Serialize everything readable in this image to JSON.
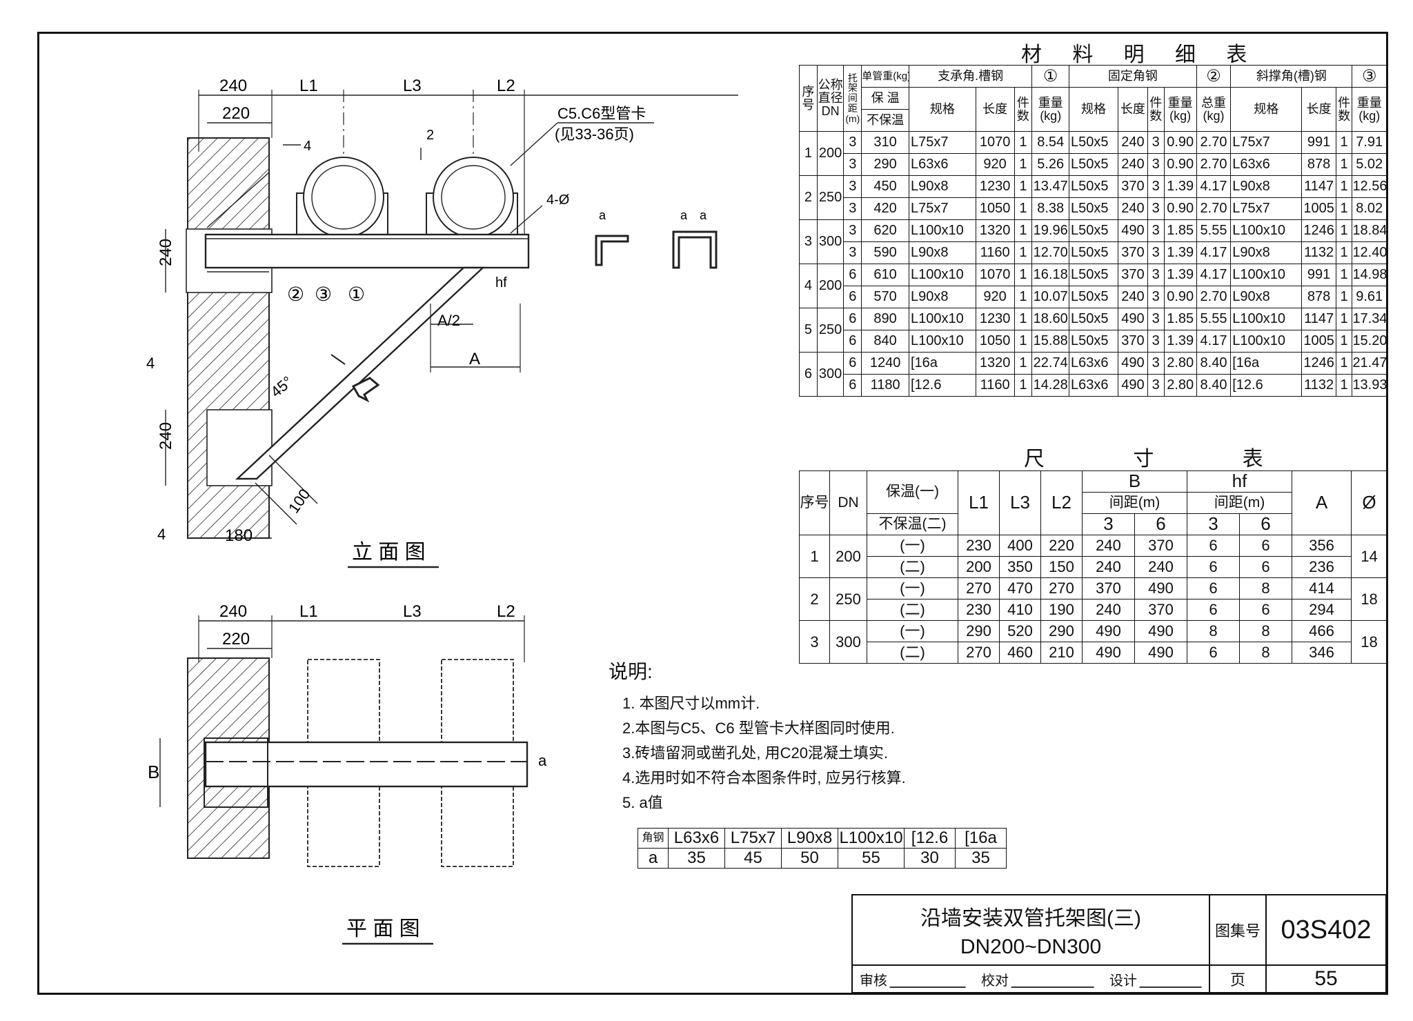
{
  "material_table": {
    "title": "材 料 明 细 表",
    "headers": {
      "seq": "序号",
      "dn": "公称直径DN",
      "span": "托架间距(m)",
      "unit_weight": "单管重(kg)",
      "insulated": "保 温",
      "uninsulated": "不保温",
      "group1": "支承角.槽钢",
      "group1_no": "①",
      "group2": "固定角钢",
      "group2_no": "②",
      "group3": "斜撑角(槽)钢",
      "group3_no": "③",
      "spec": "规格",
      "length": "长度",
      "count": "件数",
      "weight": "重量(kg)",
      "total_weight": "总重(kg)"
    },
    "rows": [
      [
        "1",
        "200",
        "3",
        "310",
        "L75x7",
        "1070",
        "1",
        "8.54",
        "L50x5",
        "240",
        "3",
        "0.90",
        "2.70",
        "L75x7",
        "991",
        "1",
        "7.91"
      ],
      [
        "",
        "",
        "3",
        "290",
        "L63x6",
        "920",
        "1",
        "5.26",
        "L50x5",
        "240",
        "3",
        "0.90",
        "2.70",
        "L63x6",
        "878",
        "1",
        "5.02"
      ],
      [
        "2",
        "250",
        "3",
        "450",
        "L90x8",
        "1230",
        "1",
        "13.47",
        "L50x5",
        "370",
        "3",
        "1.39",
        "4.17",
        "L90x8",
        "1147",
        "1",
        "12.56"
      ],
      [
        "",
        "",
        "3",
        "420",
        "L75x7",
        "1050",
        "1",
        "8.38",
        "L50x5",
        "240",
        "3",
        "0.90",
        "2.70",
        "L75x7",
        "1005",
        "1",
        "8.02"
      ],
      [
        "3",
        "300",
        "3",
        "620",
        "L100x10",
        "1320",
        "1",
        "19.96",
        "L50x5",
        "490",
        "3",
        "1.85",
        "5.55",
        "L100x10",
        "1246",
        "1",
        "18.84"
      ],
      [
        "",
        "",
        "3",
        "590",
        "L90x8",
        "1160",
        "1",
        "12.70",
        "L50x5",
        "370",
        "3",
        "1.39",
        "4.17",
        "L90x8",
        "1132",
        "1",
        "12.40"
      ],
      [
        "4",
        "200",
        "6",
        "610",
        "L100x10",
        "1070",
        "1",
        "16.18",
        "L50x5",
        "370",
        "3",
        "1.39",
        "4.17",
        "L100x10",
        "991",
        "1",
        "14.98"
      ],
      [
        "",
        "",
        "6",
        "570",
        "L90x8",
        "920",
        "1",
        "10.07",
        "L50x5",
        "240",
        "3",
        "0.90",
        "2.70",
        "L90x8",
        "878",
        "1",
        "9.61"
      ],
      [
        "5",
        "250",
        "6",
        "890",
        "L100x10",
        "1230",
        "1",
        "18.60",
        "L50x5",
        "490",
        "3",
        "1.85",
        "5.55",
        "L100x10",
        "1147",
        "1",
        "17.34"
      ],
      [
        "",
        "",
        "6",
        "840",
        "L100x10",
        "1050",
        "1",
        "15.88",
        "L50x5",
        "370",
        "3",
        "1.39",
        "4.17",
        "L100x10",
        "1005",
        "1",
        "15.20"
      ],
      [
        "6",
        "300",
        "6",
        "1240",
        "[16a",
        "1320",
        "1",
        "22.74",
        "L63x6",
        "490",
        "3",
        "2.80",
        "8.40",
        "[16a",
        "1246",
        "1",
        "21.47"
      ],
      [
        "",
        "",
        "6",
        "1180",
        "[12.6",
        "1160",
        "1",
        "14.28",
        "L63x6",
        "490",
        "3",
        "2.80",
        "8.40",
        "[12.6",
        "1132",
        "1",
        "13.93"
      ]
    ]
  },
  "dimension_table": {
    "title": "尺 寸 表",
    "headers": {
      "seq": "序号",
      "dn": "DN",
      "ins1": "保温(一)",
      "ins2": "不保温(二)",
      "l1": "L1",
      "l3": "L3",
      "l2": "L2",
      "b": "B",
      "hf": "hf",
      "spacing": "间距(m)",
      "s3": "3",
      "s6": "6",
      "a": "A",
      "phi": "Ø"
    },
    "rows": [
      {
        "seq": "1",
        "dn": "200",
        "phi": "14",
        "sub": [
          [
            "(一)",
            "230",
            "400",
            "220",
            "240",
            "370",
            "6",
            "6",
            "356"
          ],
          [
            "(二)",
            "200",
            "350",
            "150",
            "240",
            "240",
            "6",
            "6",
            "236"
          ]
        ]
      },
      {
        "seq": "2",
        "dn": "250",
        "phi": "18",
        "sub": [
          [
            "(一)",
            "270",
            "470",
            "270",
            "370",
            "490",
            "6",
            "8",
            "414"
          ],
          [
            "(二)",
            "230",
            "410",
            "190",
            "240",
            "370",
            "6",
            "6",
            "294"
          ]
        ]
      },
      {
        "seq": "3",
        "dn": "300",
        "phi": "18",
        "sub": [
          [
            "(一)",
            "290",
            "520",
            "290",
            "490",
            "490",
            "8",
            "8",
            "466"
          ],
          [
            "(二)",
            "270",
            "460",
            "210",
            "490",
            "490",
            "6",
            "8",
            "346"
          ]
        ]
      }
    ]
  },
  "notes": {
    "heading": "说明:",
    "items": [
      "1. 本图尺寸以mm计.",
      "2.本图与C5、C6 型管卡大样图同时使用.",
      "3.砖墙留洞或凿孔处, 用C20混凝土填实.",
      "4.选用时如不符合本图条件时, 应另行核算."
    ],
    "item5": "5. a值",
    "a_table": {
      "header": "角钢",
      "row_label": "a",
      "specs": [
        "L63x6",
        "L75x7",
        "L90x8",
        "L100x10",
        "[12.6",
        "[16a"
      ],
      "values": [
        "35",
        "45",
        "50",
        "55",
        "30",
        "35"
      ]
    }
  },
  "elevation": {
    "caption": "立 面 图",
    "dim_240_top": "240",
    "dim_220": "220",
    "dim_l1": "L1",
    "dim_l3": "L3",
    "dim_l2": "L2",
    "clip_note": "C5.C6型管卡",
    "clip_ref": "(见33-36页)",
    "weld_4": "4",
    "dim_2": "2",
    "hole_label": "4-Ø",
    "hf_label": "hf",
    "part_1": "①",
    "part_2": "②",
    "part_3": "③",
    "dim_a_half": "A/2",
    "dim_a": "A",
    "angle_45": "45°",
    "dim_240_a": "240",
    "dim_240_b": "240",
    "weld_4_a": "4",
    "weld_4_b": "4",
    "dim_180": "180",
    "dim_100": "100",
    "sec_a1": "a",
    "sec_a2": "a",
    "sec_a3": "a"
  },
  "plan": {
    "caption": "平 面 图",
    "dim_240": "240",
    "dim_220": "220",
    "dim_l1": "L1",
    "dim_l3": "L3",
    "dim_l2": "L2",
    "dim_b": "B",
    "dim_a": "a"
  },
  "title_block": {
    "title_line1": "沿墙安装双管托架图(三)",
    "title_line2": "DN200~DN300",
    "atlas_label": "图集号",
    "atlas_no": "03S402",
    "review": "审核",
    "check": "校对",
    "design": "设计",
    "page_label": "页",
    "page_no": "55"
  }
}
